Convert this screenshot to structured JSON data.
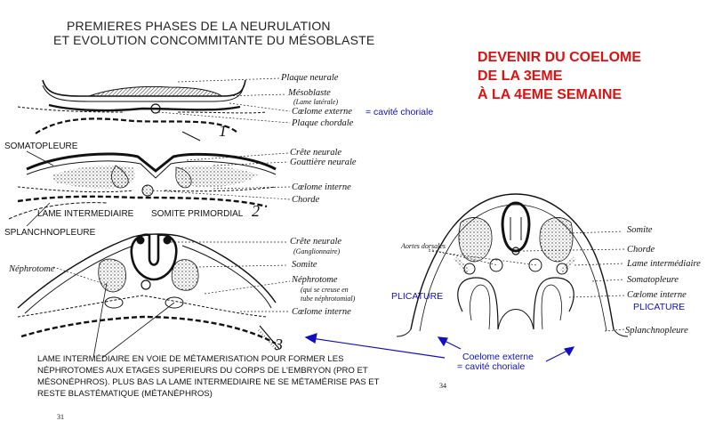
{
  "title": {
    "line1": "PREMIERES PHASES DE LA NEURULATION",
    "line2": "ET EVOLUTION CONCOMMITANTE DU MÉSOBLASTE"
  },
  "heading": {
    "line1": "DEVENIR DU COELOME",
    "line2": "DE LA 3EME",
    "line3": "À LA 4EME SEMAINE"
  },
  "left_figure": {
    "stage1": {
      "number": "1",
      "labels": {
        "plaque_neurale": "Plaque neurale",
        "mesoblaste": "Mésoblaste",
        "lame_laterale": "(Lame latérale)",
        "coelome_externe": "Cœlome externe",
        "cavite_choriale": "= cavité choriale",
        "plaque_chordale": "Plaque chordale"
      }
    },
    "stage2": {
      "number": "2",
      "labels": {
        "crete_neurale": "Crête neurale",
        "gouttiere_neurale": "Gouttière neurale",
        "coelome_interne": "Cœlome interne",
        "chorde": "Chorde",
        "somatopleure": "SOMATOPLEURE",
        "lame_intermediaire": "LAME INTERMEDIAIRE",
        "somite_primordial": "SOMITE PRIMORDIAL",
        "splanchnopleure": "SPLANCHNOPLEURE"
      }
    },
    "stage3": {
      "number": "3",
      "labels": {
        "crete_neurale": "Crête neurale",
        "ganglionnaire": "(Ganglionnaire)",
        "somite": "Somite",
        "nephrotome_left": "Néphrotome",
        "nephrotome_right": "Néphrotome",
        "nephrotome_note1": "(qui se creuse en",
        "nephrotome_note2": "tube néphrotomial)",
        "coelome_interne": "Cœlome interne"
      }
    },
    "caption": "LAME INTERMÉDIAIRE EN VOIE DE MÉTAMERISATION POUR FORMER LES NÉPHROTOMES AUX ETAGES SUPERIEURS DU CORPS DE L'EMBRYON (PRO ET MÉSONÉPHROS). PLUS BAS LA LAME INTERMEDIAIRE NE SE MÉTAMÉRISE PAS ET RESTE BLASTÉMATIQUE (MÉTANÉPHROS)",
    "page_number": "31"
  },
  "right_figure": {
    "labels": {
      "aortes_dorsales": "Aortes dorsales",
      "somite": "Somite",
      "chorde": "Chorde",
      "lame_intermediaire": "Lame intermédiaire",
      "somatopleure": "Somatopleure",
      "coelome_interne": "Cœlome interne",
      "splanchnopleure": "Splanchnopleure"
    },
    "plicature_left": "PLICATURE",
    "plicature_right": "PLICATURE",
    "coelome_externe_line1": "Coelome externe",
    "coelome_externe_line2": "= cavité choriale",
    "page_number": "34"
  },
  "colors": {
    "heading_red": "#e01010",
    "annotation_blue": "#1010c0",
    "ink": "#111111"
  }
}
